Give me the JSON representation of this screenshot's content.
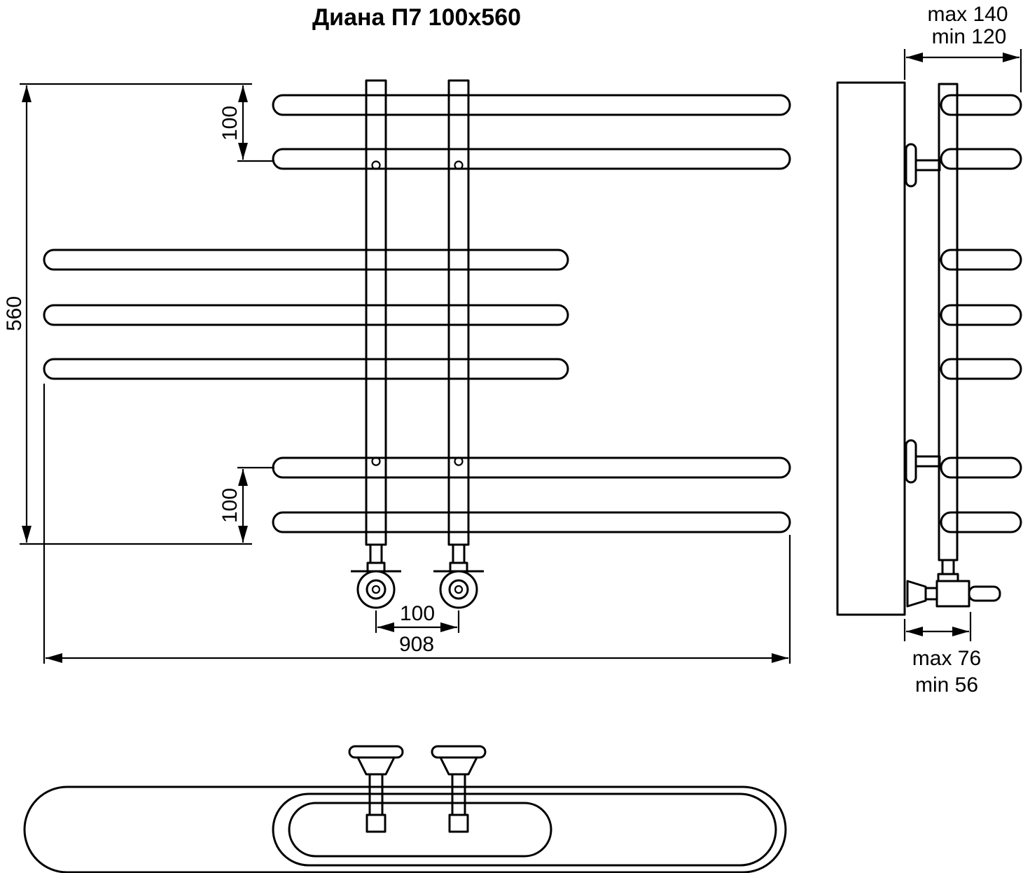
{
  "title": "Диана П7 100x560",
  "colors": {
    "line": "#000000",
    "wall_fill": "#ececec",
    "background": "#ffffff"
  },
  "front_view": {
    "dim_height": "560",
    "dim_top_bar_spacing": "100",
    "dim_bottom_bar_spacing": "100",
    "dim_valve_spacing": "100",
    "dim_total_width": "908"
  },
  "side_view": {
    "dim_wall_distance_max": "max 140",
    "dim_wall_distance_min": "min 120",
    "dim_pipe_offset_max": "max 76",
    "dim_pipe_offset_min": "min 56"
  }
}
